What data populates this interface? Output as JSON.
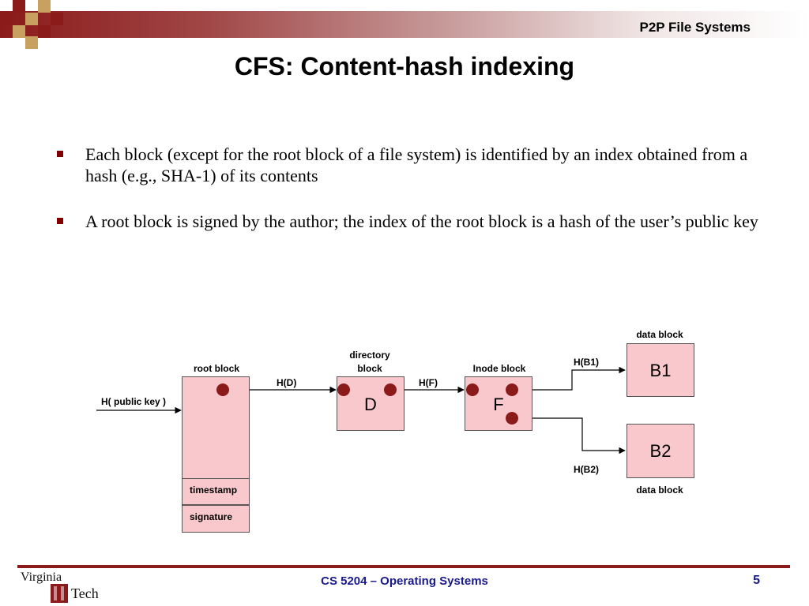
{
  "header": {
    "title": "P2P File Systems"
  },
  "slide": {
    "title": "CFS: Content-hash indexing",
    "bullets": [
      "Each block (except for the root block of a file system) is identified by an index obtained from a hash (e.g., SHA-1) of its contents",
      "A root block is signed by the author; the index of the root block is a hash of the user’s public key"
    ]
  },
  "diagram": {
    "root_label": "root block",
    "input_label": "H( public key )",
    "timestamp": "timestamp",
    "signature": "signature",
    "hd_label": "H(D)",
    "dir_label_line1": "directory",
    "dir_label_line2": "block",
    "d_letter": "D",
    "hf_label": "H(F)",
    "inode_label": "Inode  block",
    "f_letter": "F",
    "hb1_label": "H(B1)",
    "hb2_label": "H(B2)",
    "data_block_top": "data block",
    "data_block_bottom": "data block",
    "b1": "B1",
    "b2": "B2"
  },
  "footer": {
    "logo_line1": "Virginia",
    "logo_line2": "Tech",
    "course": "CS 5204 – Operating Systems",
    "page": "5"
  },
  "colors": {
    "accent": "#8b1a1a",
    "box_fill": "#f9c8cc",
    "footer_text": "#1a1a8c"
  }
}
